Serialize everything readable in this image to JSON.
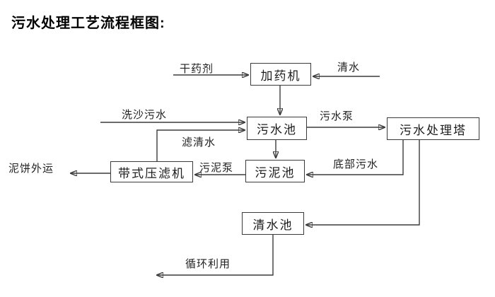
{
  "title": "污水处理工艺流程框图:",
  "nodes": {
    "dosing_machine": {
      "label": "加药机"
    },
    "sewage_pool": {
      "label": "污水池"
    },
    "treatment_tower": {
      "label": "污水处理塔"
    },
    "sludge_pool": {
      "label": "污泥池"
    },
    "belt_filter_press": {
      "label": "带式压滤机"
    },
    "clean_water_pool": {
      "label": "清水池"
    }
  },
  "edge_labels": {
    "dry_agent": "干药剂",
    "clean_water": "清水",
    "sand_washing_sewage": "洗沙污水",
    "sewage_pump": "污水泵",
    "filtered_water": "滤清水",
    "sludge_pump": "污泥泵",
    "bottom_sewage": "底部污水",
    "mud_cake_out": "泥饼外运",
    "recycle_use": "循环利用"
  },
  "colors": {
    "background": "#ffffff",
    "line": "#3c3c3c",
    "box_border": "#3a3a3a",
    "text": "#1c1c1c"
  }
}
